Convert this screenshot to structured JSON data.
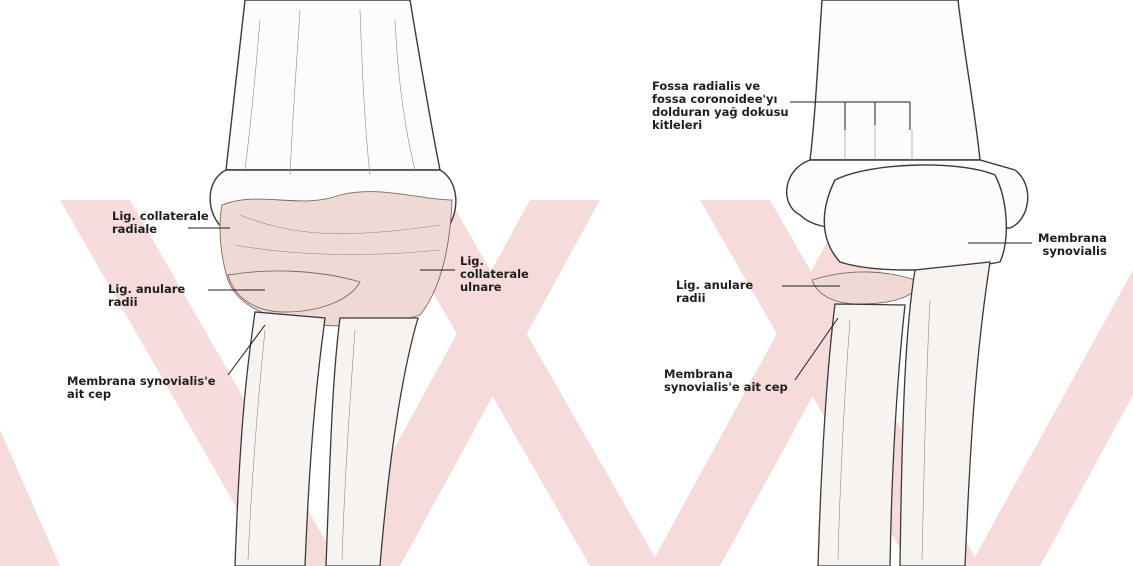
{
  "labels": {
    "left": {
      "lig_collaterale_radiale": "Lig. collaterale\nradiale",
      "lig_anulare_radii": "Lig. anulare\nradii",
      "membrana_synovialis_cep": "Membrana synovialis'e\nait cep",
      "lig_collaterale_ulnare": "Lig.\ncollaterale\nulnare"
    },
    "right": {
      "fossa_text": "Fossa radialis ve\nfossa coronoidee'yı\ndolduran yağ dokusu\nkitleleri",
      "membrana_synovialis": "Membrana\nsynovialis",
      "lig_anulare_radii": "Lig. anulare\nradii",
      "membrana_synovialis_cep": "Membrana\nsynovialis'e ait cep"
    }
  },
  "colors": {
    "watermark": "#f0c8c8",
    "ligament": "#efd9d4",
    "bone_outline": "#3a3a3a"
  }
}
